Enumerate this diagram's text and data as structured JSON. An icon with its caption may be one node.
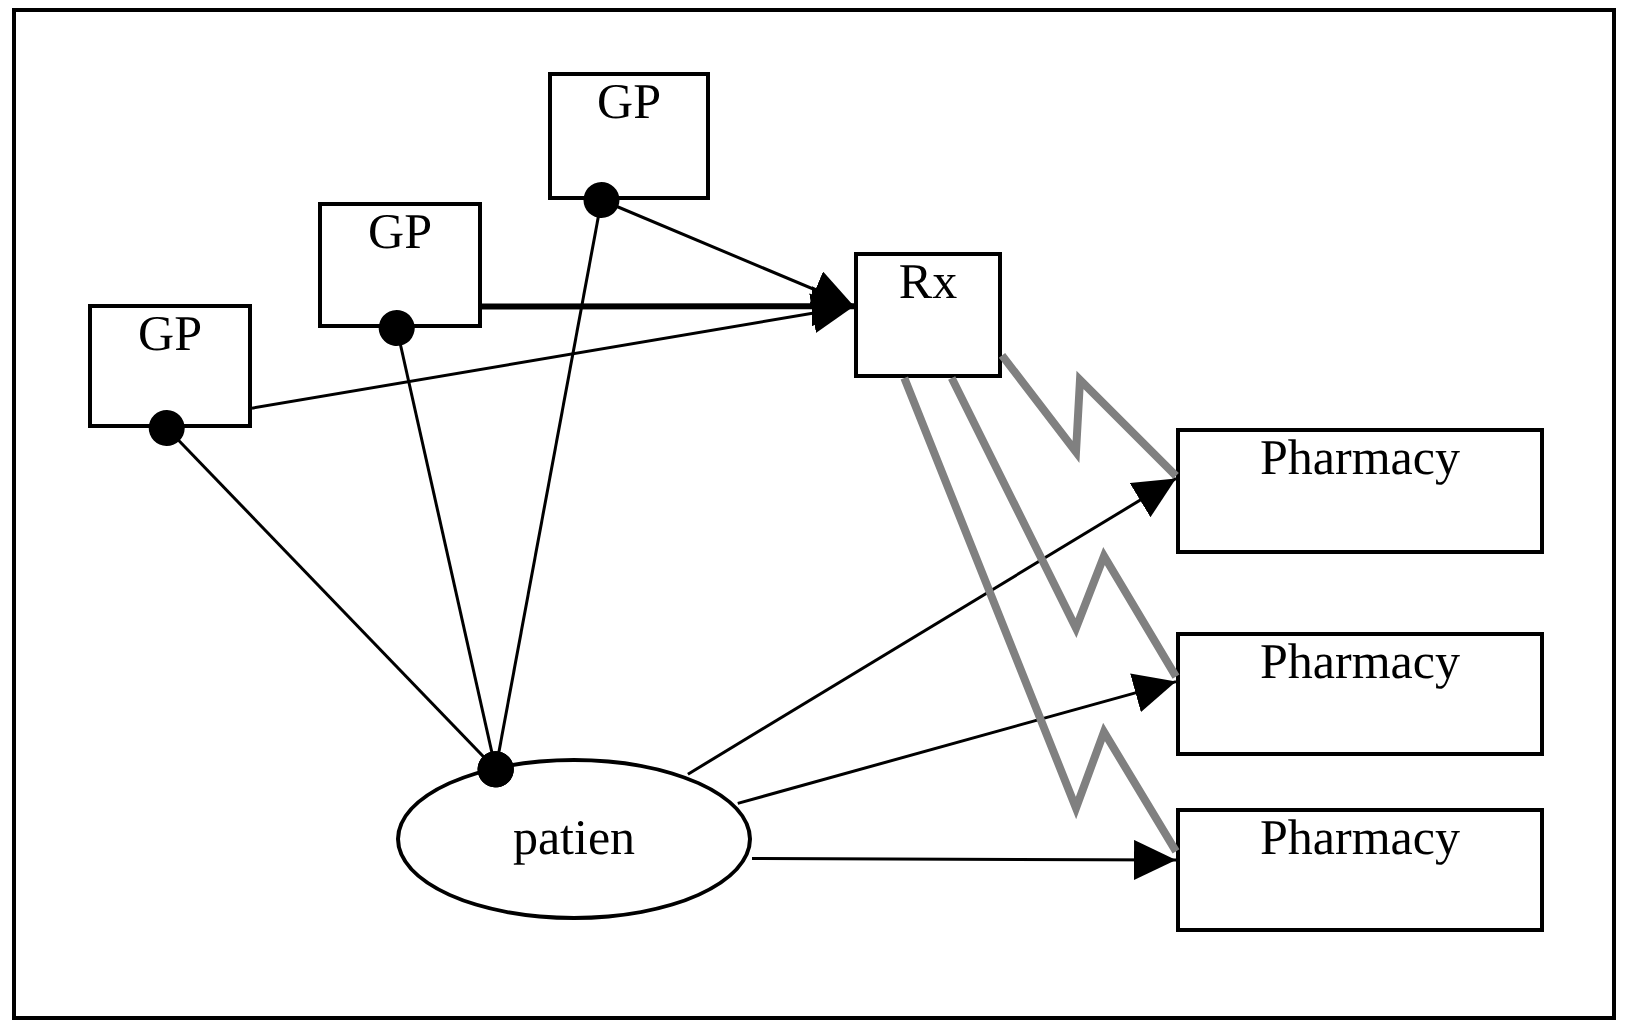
{
  "diagram": {
    "nodes": [
      {
        "text": [
          "GP"
        ]
      },
      {
        "text": [
          "GP"
        ]
      },
      {
        "text": [
          "GP"
        ]
      },
      {
        "text": [
          "Rx"
        ]
      },
      {
        "text": [
          "Pharmacy"
        ]
      },
      {
        "text": [
          "Pharmacy"
        ]
      },
      {
        "text": [
          "Pharmacy"
        ]
      },
      {
        "text": [
          "patien"
        ]
      }
    ],
    "edges": [
      {
        "from": 0,
        "to": 3,
        "arrow": "to"
      },
      {
        "from": 1,
        "to": 3,
        "arrow": "to",
        "style": "thick"
      },
      {
        "from": 2,
        "to": 3,
        "arrow": "to"
      },
      {
        "from": 0,
        "to": 7,
        "arrow": "other"
      },
      {
        "from": 1,
        "to": 7,
        "arrow": "other"
      },
      {
        "from": 2,
        "to": 7,
        "arrow": "other"
      },
      {
        "from": 7,
        "to": 4,
        "arrow": "to"
      },
      {
        "from": 7,
        "to": 5,
        "arrow": "to"
      },
      {
        "from": 7,
        "to": 6,
        "arrow": "to"
      },
      {
        "from": 3,
        "to": 4,
        "arrow": "none",
        "style": "thick",
        "color": "#808080"
      },
      {
        "from": 3,
        "to": 5,
        "arrow": "none",
        "style": "thick",
        "color": "#808080"
      },
      {
        "from": 3,
        "to": 6,
        "arrow": "none",
        "style": "thick",
        "color": "#808080"
      }
    ]
  }
}
